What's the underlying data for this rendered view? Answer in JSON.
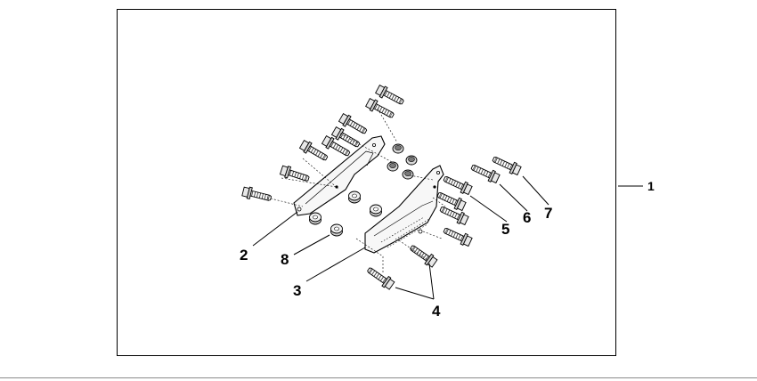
{
  "diagram": {
    "callouts": {
      "c1": "1",
      "c2": "2",
      "c3": "3",
      "c4": "4",
      "c5": "5",
      "c6": "6",
      "c7": "7",
      "c8": "8"
    },
    "parts": [
      {
        "ref": "1",
        "kind": "assembly-kit"
      },
      {
        "ref": "2",
        "kind": "left-bracket"
      },
      {
        "ref": "3",
        "kind": "right-bracket"
      },
      {
        "ref": "4",
        "kind": "bolt-with-collar"
      },
      {
        "ref": "5",
        "kind": "flange-bolt"
      },
      {
        "ref": "6",
        "kind": "flange-bolt"
      },
      {
        "ref": "7",
        "kind": "flange-bolt"
      },
      {
        "ref": "8",
        "kind": "collar"
      }
    ]
  }
}
